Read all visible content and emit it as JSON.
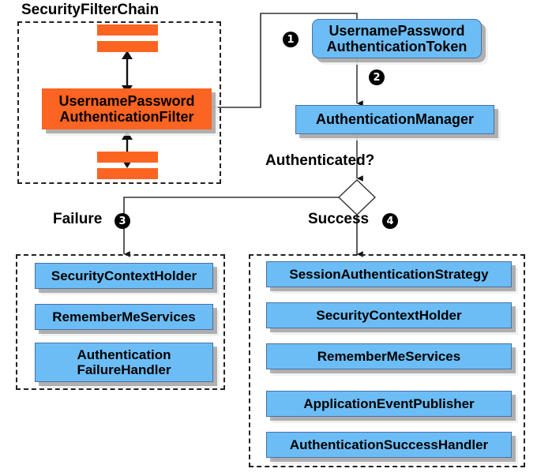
{
  "diagram": {
    "title_label": "SecurityFilterChain",
    "decision_label": "Authenticated?",
    "branch_failure_label": "Failure",
    "branch_success_label": "Success",
    "steps": {
      "one": "1",
      "two": "2",
      "three": "3",
      "four": "4"
    },
    "colors": {
      "blue_fill": "#6CBDF5",
      "blue_border": "#4A6FA5",
      "orange_fill": "#FC6422",
      "line": "#333333",
      "dash_border": "#222222",
      "shadow": "#969696",
      "text": "#000000"
    }
  },
  "filter_chain": {
    "name": "SecurityFilterChain",
    "filters_above": [
      "filter-bar-top-1",
      "filter-bar-top-2"
    ],
    "main_filter": "UsernamePassword\nAuthenticationFilter",
    "filters_below": [
      "filter-bar-bottom-1",
      "filter-bar-bottom-2"
    ]
  },
  "flow": {
    "token_node": "UsernamePassword\nAuthenticationToken",
    "manager_node": "AuthenticationManager"
  },
  "failure_branch": {
    "label": "Failure",
    "items": [
      "SecurityContextHolder",
      "RememberMeServices",
      "Authentication\nFailureHandler"
    ]
  },
  "success_branch": {
    "label": "Success",
    "items": [
      "SessionAuthenticationStrategy",
      "SecurityContextHolder",
      "RememberMeServices",
      "ApplicationEventPublisher",
      "AuthenticationSuccessHandler"
    ]
  }
}
